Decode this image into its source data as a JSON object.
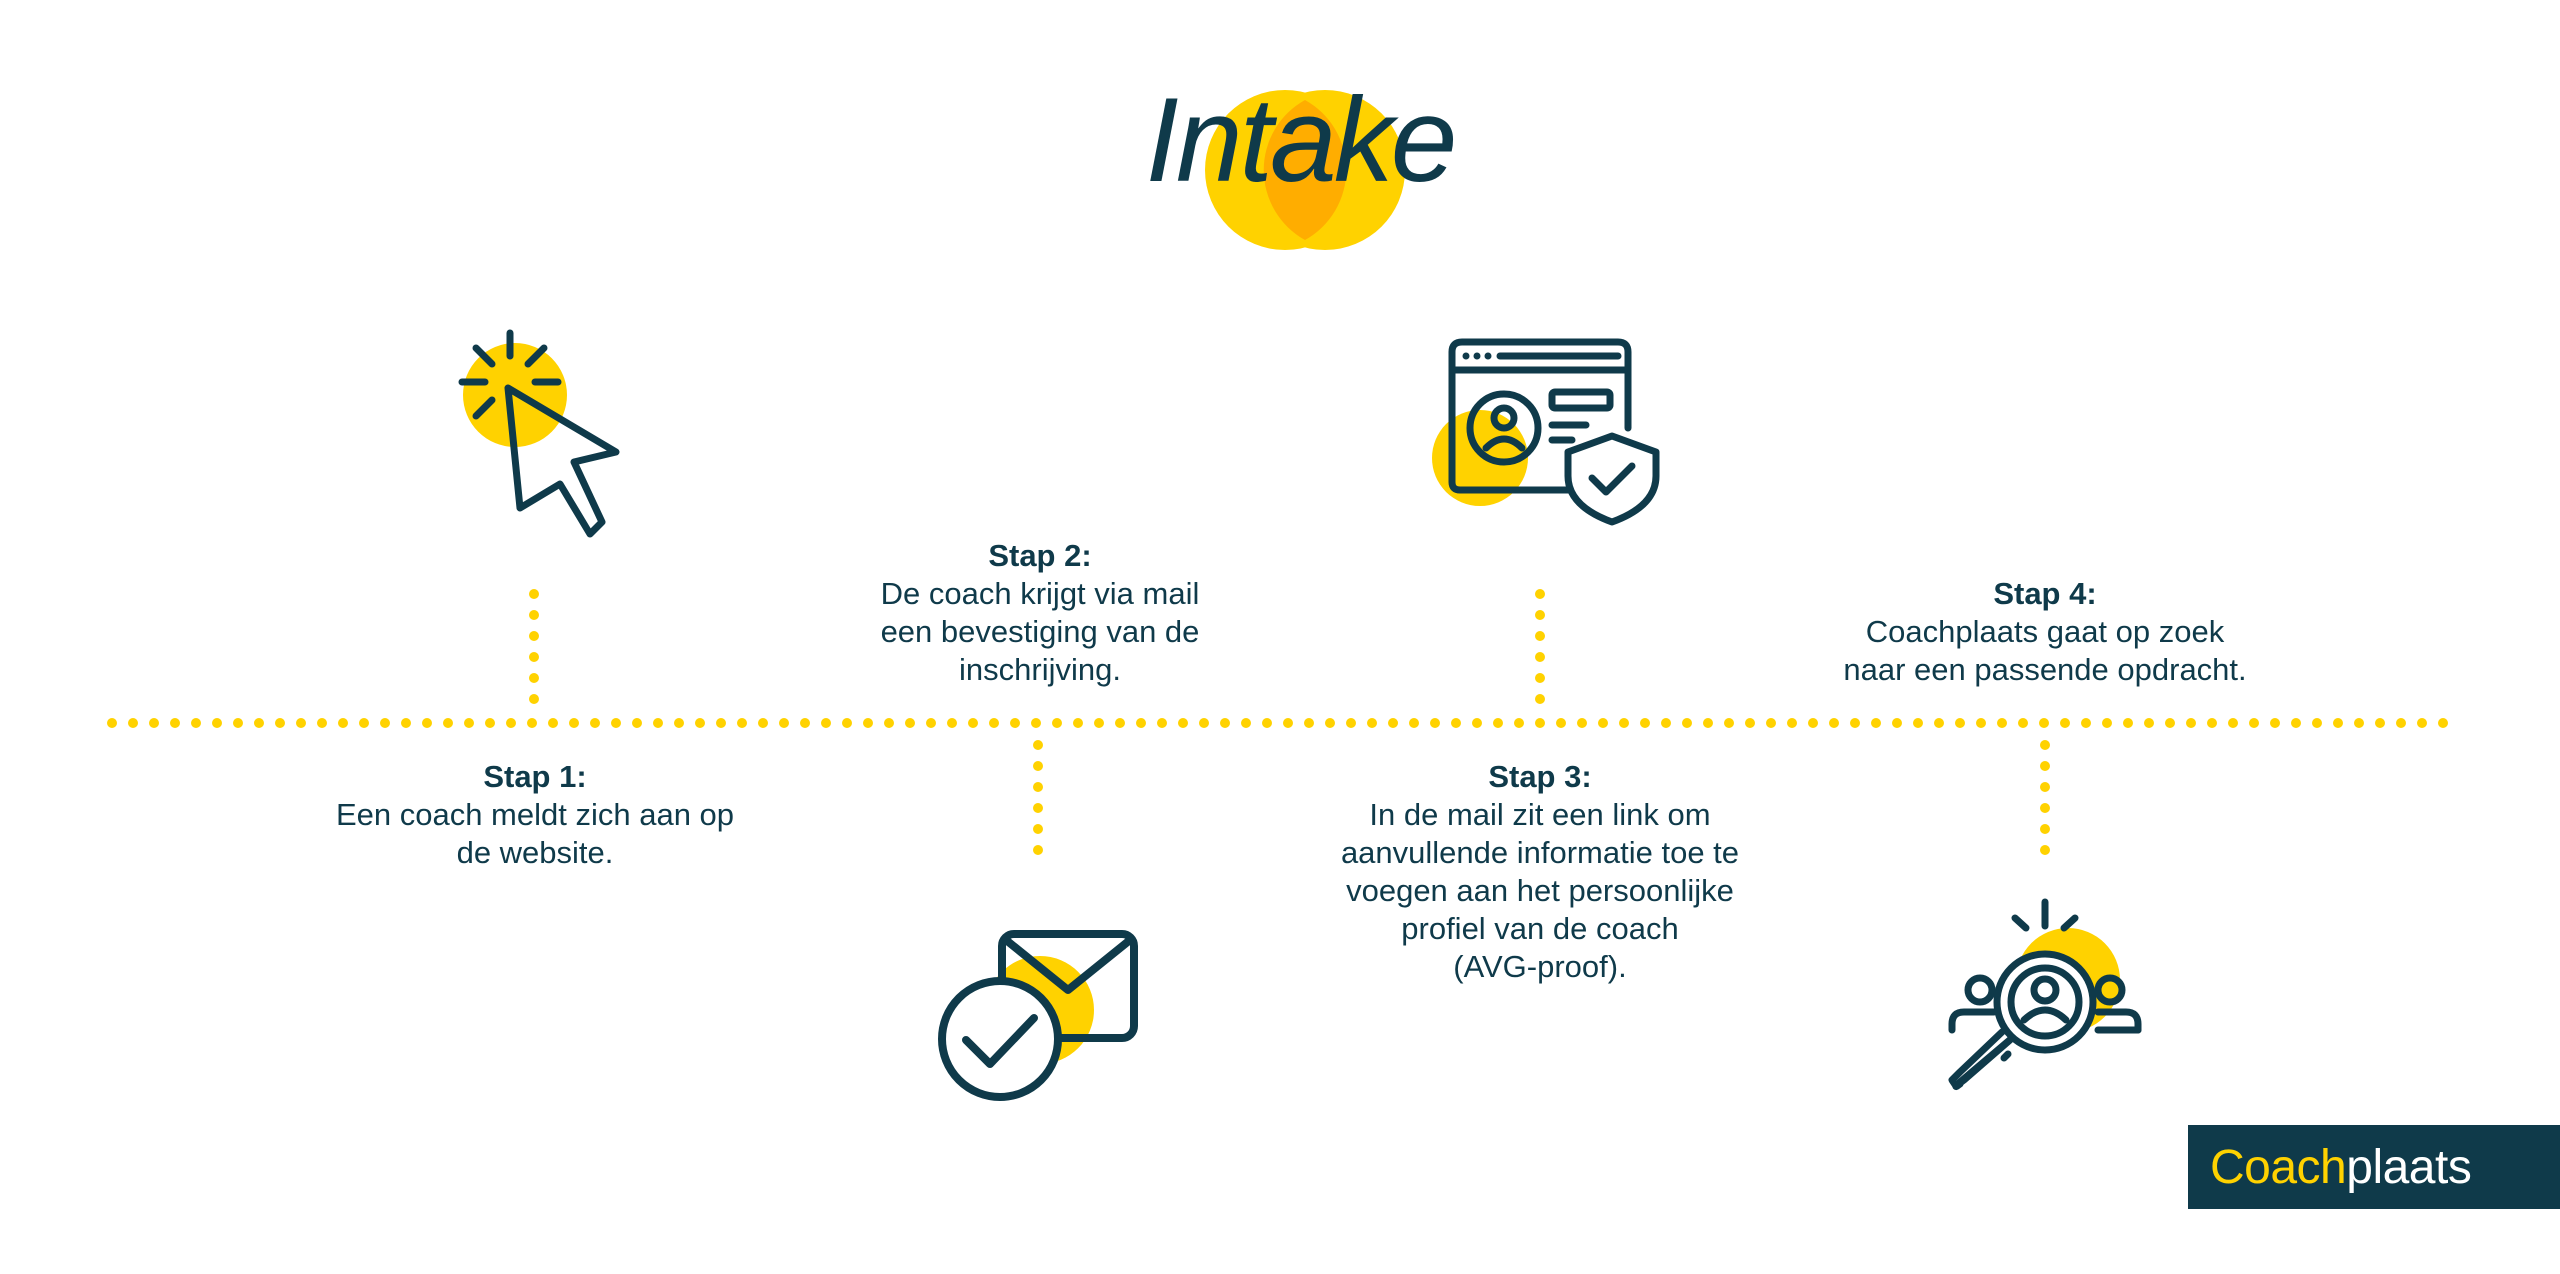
{
  "title": "Intake",
  "colors": {
    "navy": "#0f3a4a",
    "yellow": "#ffd200",
    "orange": "#ffad00"
  },
  "steps": [
    {
      "label": "Stap 1:",
      "text": "Een coach meldt zich aan op\nde website.",
      "icon": "cursor-click-icon"
    },
    {
      "label": "Stap 2:",
      "text": "De coach krijgt via mail\neen bevestiging van de\ninschrijving.",
      "icon": "mail-check-icon"
    },
    {
      "label": "Stap 3:",
      "text": "In de mail zit een link om\naanvullende informatie toe te\nvoegen aan het persoonlijke\nprofiel van de coach\n(AVG-proof).",
      "icon": "secure-profile-icon"
    },
    {
      "label": "Stap 4:",
      "text": "Coachplaats gaat op zoek\nnaar een passende opdracht.",
      "icon": "candidate-search-icon"
    }
  ],
  "logo": {
    "part1": "Coach",
    "part2": "plaats"
  }
}
